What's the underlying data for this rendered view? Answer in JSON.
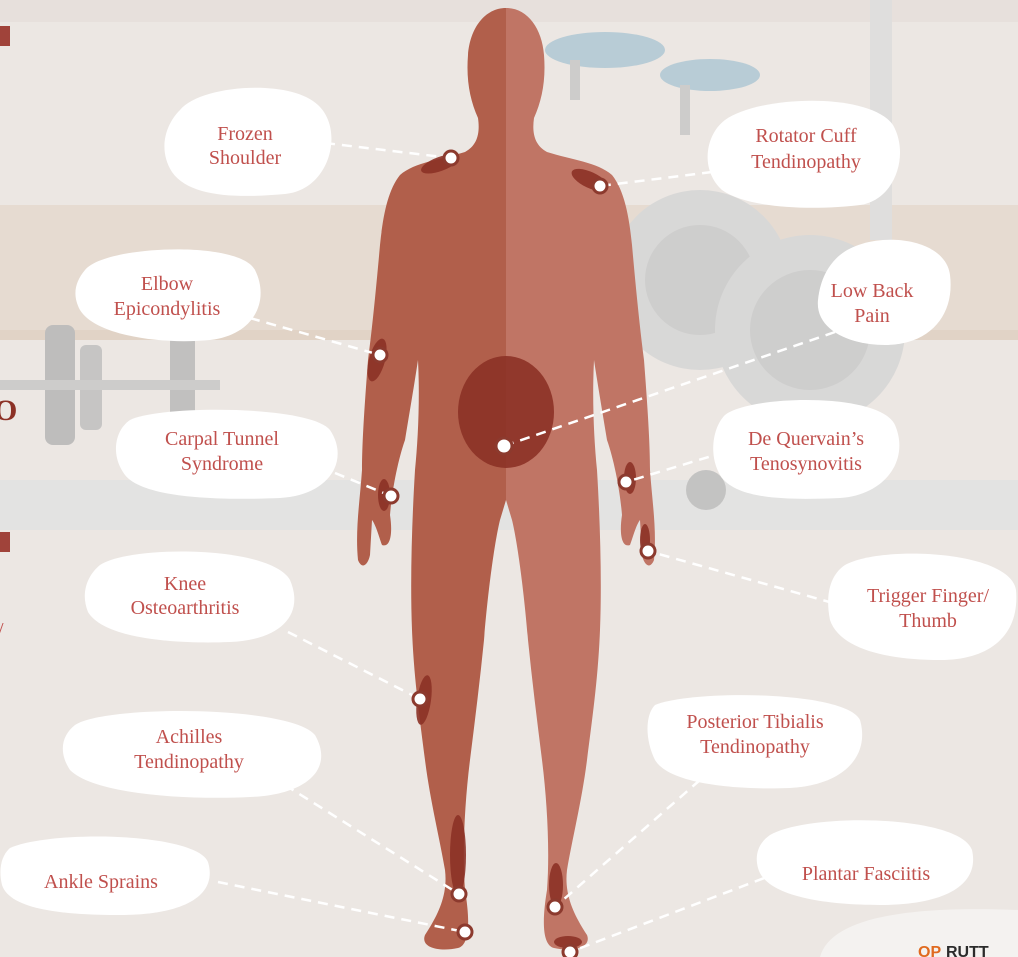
{
  "colors": {
    "body_left": "#b15f4b",
    "body_right": "#c07565",
    "affected": "#8c3126",
    "label_text": "#c0504d",
    "background": "#ece7e3"
  },
  "conditions": [
    {
      "id": "frozen-shoulder",
      "lines": [
        "Frozen",
        "Shoulder"
      ]
    },
    {
      "id": "rotator-cuff",
      "lines": [
        "Rotator Cuff",
        "Tendinopathy"
      ]
    },
    {
      "id": "elbow-epicondylitis",
      "lines": [
        "Elbow",
        "Epicondylitis"
      ]
    },
    {
      "id": "low-back-pain",
      "lines": [
        "Low Back",
        "Pain"
      ]
    },
    {
      "id": "carpal-tunnel",
      "lines": [
        "Carpal Tunnel",
        "Syndrome"
      ]
    },
    {
      "id": "de-quervains",
      "lines": [
        "De Quervain’s",
        "Tenosynovitis"
      ]
    },
    {
      "id": "trigger-finger",
      "lines": [
        "Trigger Finger/",
        "Thumb"
      ]
    },
    {
      "id": "knee-osteoarthritis",
      "lines": [
        "Knee",
        "Osteoarthritis"
      ]
    },
    {
      "id": "posterior-tibialis",
      "lines": [
        "Posterior Tibialis",
        "Tendinopathy"
      ]
    },
    {
      "id": "achilles",
      "lines": [
        "Achilles",
        "Tendinopathy"
      ]
    },
    {
      "id": "plantar-fasciitis",
      "lines": [
        "Plantar Fasciitis"
      ]
    },
    {
      "id": "ankle-sprains",
      "lines": [
        "Ankle Sprains"
      ]
    }
  ],
  "side_fragments": {
    "left_letter": "O",
    "left_slash": "/"
  },
  "logo": {
    "part1": "OP",
    "part2": "RUTT"
  }
}
